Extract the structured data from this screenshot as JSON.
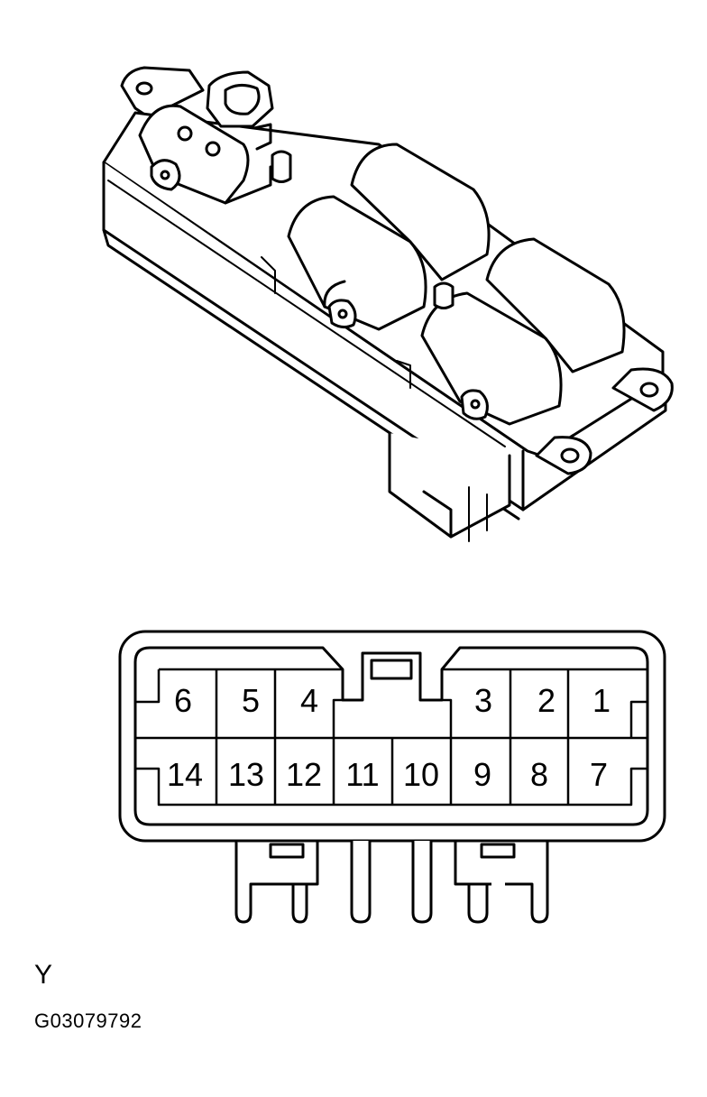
{
  "connector": {
    "pins_top_row": [
      "6",
      "5",
      "4",
      "3",
      "2",
      "1"
    ],
    "pins_bottom_row": [
      "14",
      "13",
      "12",
      "11",
      "10",
      "9",
      "8",
      "7"
    ]
  },
  "captions": {
    "view_letter": "Y",
    "figure_code": "G03079792"
  }
}
